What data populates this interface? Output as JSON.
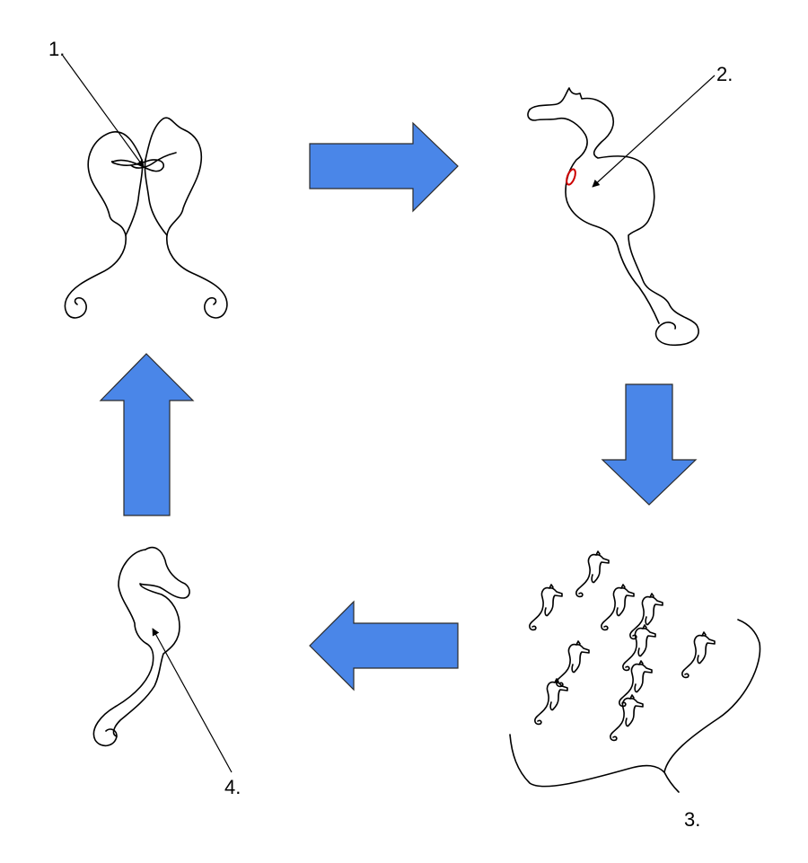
{
  "labels": {
    "step1": "1.",
    "step2": "2.",
    "step3": "3.",
    "step4": "4."
  },
  "colors": {
    "arrow_fill": "#4a86e8",
    "line": "#000000",
    "egg": "#cc0000"
  },
  "icons": {
    "mating_pair": "seahorse-pair-icon",
    "pregnant_male": "pregnant-seahorse-icon",
    "babies": "baby-seahorses-icon",
    "juvenile": "juvenile-seahorse-icon",
    "arrows": "cycle-arrow-icon"
  }
}
